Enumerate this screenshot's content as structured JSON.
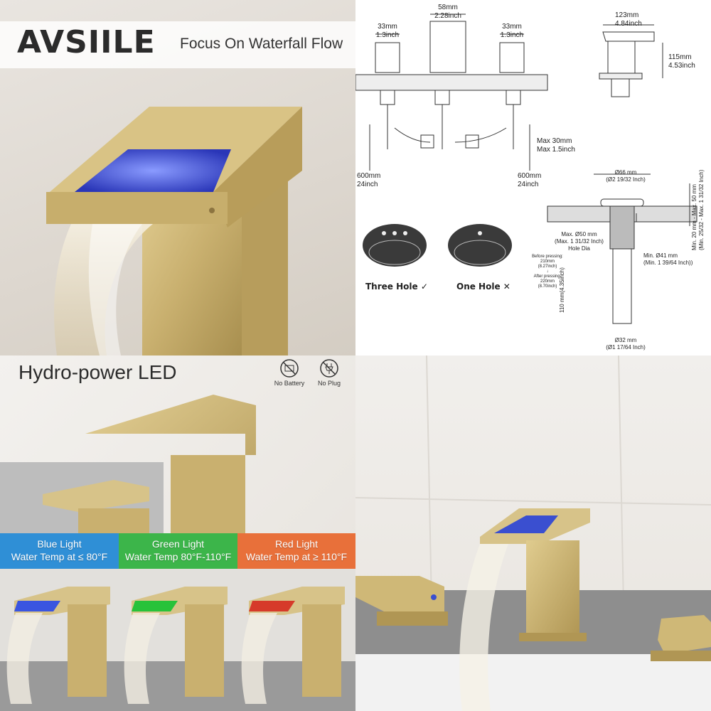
{
  "top_left": {
    "brand": "AVSIILE",
    "tagline": "Focus On Waterfall Flow"
  },
  "diagram": {
    "handle_left": {
      "mm": "33mm",
      "inch": "1.3inch"
    },
    "spout_top": {
      "mm": "58mm",
      "inch": "2.28inch"
    },
    "handle_right": {
      "mm": "33mm",
      "inch": "1.3inch"
    },
    "side_width": {
      "mm": "123mm",
      "inch": "4.84inch"
    },
    "side_height": {
      "mm": "115mm",
      "inch": "4.53inch"
    },
    "max_thickness": {
      "mm": "Max 30mm",
      "inch": "Max 1.5inch"
    },
    "hose_left": {
      "mm": "600mm",
      "inch": "24inch"
    },
    "hose_right": {
      "mm": "600mm",
      "inch": "24inch"
    },
    "drain": {
      "top_dia": "Ø66 mm",
      "top_dia_in": "(Ø2 19/32 Inch)",
      "hole": "Max. Ø50 mm",
      "hole_in": "(Max. 1 31/32 Inch)",
      "hole_label": "Hole Dia",
      "min_dia": "Min. Ø41 mm",
      "min_dia_in": "(Min. 1 39/64 Inch))",
      "before": "Before pressing:",
      "before_mm": "210mm",
      "before_in": "(8.27inch)",
      "after": "After pressing:",
      "after_mm": "220mm",
      "after_in": "(8.70inch)",
      "length": "110 mm(4.35inch)",
      "bottom_dia": "Ø32 mm",
      "bottom_dia_in": "(Ø1 17/64 Inch)",
      "thickness": "Min. 20 mm - Max. 50 mm",
      "thickness_in": "(Min. 25/32 - Max. 1 31/32 Inch)"
    },
    "three_hole": "Three Hole",
    "one_hole": "One Hole"
  },
  "hydro": {
    "title": "Hydro-power LED",
    "no_battery": "No Battery",
    "no_plug": "No Plug",
    "bands": [
      {
        "title": "Blue Light",
        "temp": "Water Temp at ≤ 80°F",
        "color": "#2f8fd6"
      },
      {
        "title": "Green Light",
        "temp": "Water Temp 80°F-110°F",
        "color": "#3cb54a"
      },
      {
        "title": "Red Light",
        "temp": "Water Temp at ≥ 110°F",
        "color": "#e8703a"
      }
    ]
  },
  "colors": {
    "gold": "#c9b06f",
    "gold_dark": "#a88f4f",
    "led_blue": "#3a4fd0"
  }
}
